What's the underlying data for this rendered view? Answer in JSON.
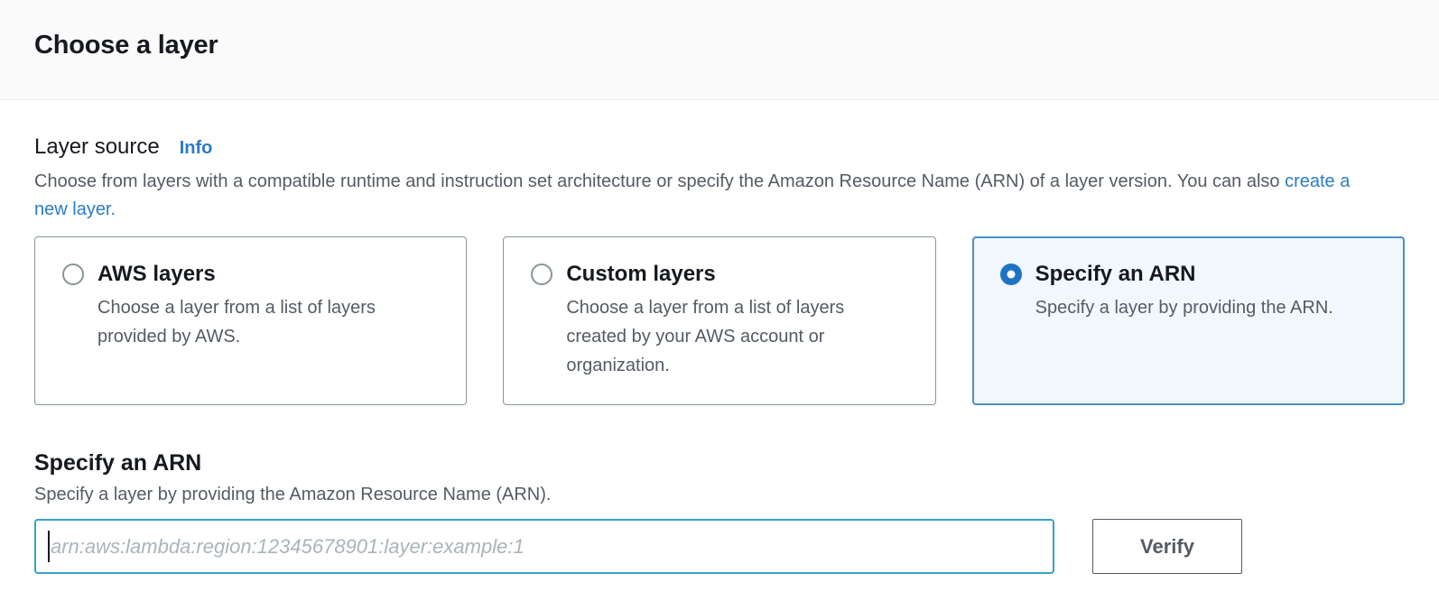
{
  "header": {
    "title": "Choose a layer"
  },
  "layer_source": {
    "label": "Layer source",
    "info_link_label": "Info",
    "description_text": "Choose from layers with a compatible runtime and instruction set architecture or specify the Amazon Resource Name (ARN) of a layer version. You can also ",
    "create_link_label": "create a new layer."
  },
  "options": [
    {
      "title": "AWS layers",
      "description": "Choose a layer from a list of layers provided by AWS.",
      "selected": false
    },
    {
      "title": "Custom layers",
      "description": "Choose a layer from a list of layers created by your AWS account or organization.",
      "selected": false
    },
    {
      "title": "Specify an ARN",
      "description": "Specify a layer by providing the ARN.",
      "selected": true
    }
  ],
  "arn_section": {
    "heading": "Specify an ARN",
    "description": "Specify a layer by providing the Amazon Resource Name (ARN).",
    "input_value": "",
    "input_placeholder": "arn:aws:lambda:region:12345678901:layer:example:1",
    "verify_button_label": "Verify"
  },
  "colors": {
    "link_blue": "#2b7cc4",
    "radio_selected_blue": "#1f73c5",
    "selected_card_border": "#4a90c7",
    "selected_card_background": "#f1f8fd",
    "input_focus_border": "#3a9fc6",
    "text_primary": "#16191f",
    "text_secondary": "#545b64",
    "header_background": "#fafafa",
    "divider": "#eaeded"
  }
}
